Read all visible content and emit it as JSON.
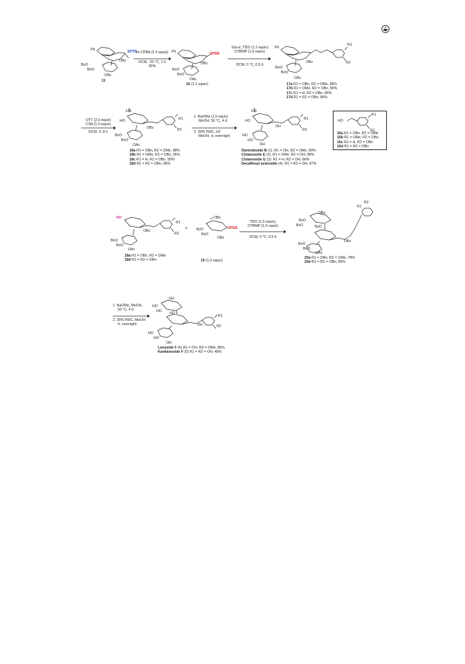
{
  "labels": {
    "ph": "Ph",
    "bno": "BnO",
    "ho": "HO",
    "oac": "OAc",
    "obz": "OBz",
    "bzo": "BzO",
    "oh": "OH",
    "sptb": "SPTB",
    "spsb": "SPSB"
  },
  "row1": {
    "c11": "11",
    "arrow1_reagent": "m-CPBA (1.0 equiv)",
    "arrow1_cond": "DCM, -20 °C, 1 h",
    "arrow1_yield": "90%",
    "c15": "15",
    "c15_equiv": " (1.2 equiv)",
    "arrow2_reagent": "16a-d, Tf2O (1.2 equiv)",
    "arrow2_base": "DTBMP (1.6 equiv)",
    "arrow2_cond": "DCM, 0 °C, 0.5 h",
    "r1": "R1",
    "r2": "R2",
    "yields": [
      {
        "id": "17a",
        "text": " R1 = OBn, R2 = OMe, 86%"
      },
      {
        "id": "17b",
        "text": " R1 = OMe, R2 = OBn, 89%"
      },
      {
        "id": "17c",
        "text": " R1 = H, R2 = OBn, 86%"
      },
      {
        "id": "17d",
        "text": " R1 = R2 = OBn, 85%"
      }
    ]
  },
  "row2": {
    "arrow1_reagent": "OTT (2.0 equiv)",
    "arrow1_acid": "CSA (1.0 equiv)",
    "arrow1_cond": "DCM, rt, 8 h",
    "yields18": [
      {
        "id": "18a",
        "text": " R1 = OBn, R2 = OMe, 98%"
      },
      {
        "id": "18b",
        "text": " R1 = OMe, R2 = OBn, 95%"
      },
      {
        "id": "18c",
        "text": " R1 = H, R2 = OBn, 95%"
      },
      {
        "id": "18d",
        "text": " R1 = R2 = OBn, 96%"
      }
    ],
    "arrow2_step1": "1. NaOMe (1.0 equiv)",
    "arrow2_step1b": "MeOH, 50 °C, 4 d",
    "arrow2_step2": "2. 30% Pd/C, H2",
    "arrow2_step2b": "MeOH, rt, overnight",
    "r1": "R1",
    "r2": "R2",
    "products": [
      {
        "name": "Darendoside B",
        "tail": " (1): R1 = OH, R2 = OMe, 89%"
      },
      {
        "name": "Cistanoside E",
        "tail": " (2): R1 = OMe, R2 = OH, 88%"
      },
      {
        "name": "Cistanoside G",
        "tail": " (3): R1 = H, R2 = OH, 86%"
      },
      {
        "name": "Decaffeoyl acteoside",
        "tail": " (4): R1 = R2 = OH, 87%"
      }
    ],
    "box_ho": "HO",
    "box_r1": "R1",
    "box_r2": "R2",
    "box_items": [
      {
        "id": "16a",
        "text": " R1 = OBn, R2 = OMe"
      },
      {
        "id": "16b",
        "text": " R1 = OMe, R2 = OBn"
      },
      {
        "id": "16c",
        "text": " R1 = H, R2 = OBn"
      },
      {
        "id": "16d",
        "text": " R1 = R2 = OBn"
      }
    ]
  },
  "row3": {
    "r1": "R1",
    "r2": "R2",
    "plus": "+",
    "c19": "19",
    "c19_equiv": " (1.0 equiv)",
    "arrow_reagent": "Tf2O (1.0 equiv),",
    "arrow_base": "DTBMP (1.0 equiv)",
    "arrow_cond": "DCM, 0 °C, 0.5 h",
    "left_items": [
      {
        "id": "18a",
        "text": " R1 = OBn, R2 = OMe"
      },
      {
        "id": "18d",
        "text": " R1 = R2 = OBn"
      }
    ],
    "right_items": [
      {
        "id": "20a",
        "text": " R1 = OBn, R2 = OMe, 78%"
      },
      {
        "id": "20d",
        "text": " R1 = R2 = OBn, 80%"
      }
    ]
  },
  "row4": {
    "step1": "1. NaOMe, MeOH,",
    "step1b": "50 °C, 4 d",
    "step2": "2. 30% Pd/C, MeOH",
    "step2b": "rt, overnight",
    "r1": "R1",
    "r2": "R2",
    "products": [
      {
        "name": "Lenoside F",
        "tail": " (6) R1 = OH, R2 = OMe, 86%"
      },
      {
        "name": "Kankanoside F",
        "tail": " (5) R1 = R2 = OH, 48%"
      }
    ]
  },
  "colors": {
    "ink": "#222222",
    "sptb_blue": "#2f4fb4",
    "spsb_red": "#d8262b",
    "ho_magenta": "#c0309a",
    "o_red": "#d8262b"
  },
  "icons": {
    "corner": "open-access-icon"
  }
}
